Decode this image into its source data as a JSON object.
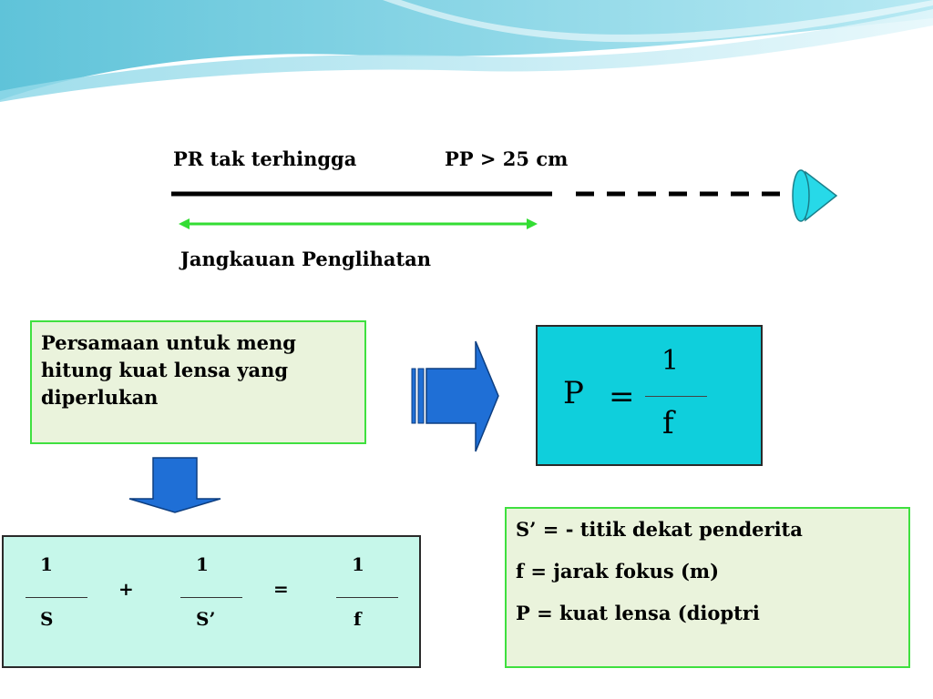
{
  "diagram": {
    "far_point_label": "PR tak terhingga",
    "near_point_label": "PP > 25 cm",
    "range_label": "Jangkauan Penglihatan"
  },
  "equation_box": {
    "text_lines": [
      "Persamaan untuk meng",
      "hitung kuat lensa yang",
      "diperlukan"
    ]
  },
  "power_formula": {
    "lhs": "P",
    "equals": "=",
    "numerator": "1",
    "denominator": "f"
  },
  "lens_formula": {
    "terms": [
      {
        "numerator": "1",
        "denominator": "S"
      },
      {
        "numerator": "1",
        "denominator": "S’"
      },
      {
        "numerator": "1",
        "denominator": "f"
      }
    ],
    "plus": "+",
    "equals": "="
  },
  "legend": {
    "lines": [
      "S’ = - titik dekat penderita",
      "f  =   jarak fokus (m)",
      "P =   kuat lensa (dioptri"
    ]
  },
  "colors": {
    "green_line": "#33dd33",
    "box_cyan": "#0fcfdc",
    "box_mint": "#c6f7ea",
    "box_light": "#eaf3dc",
    "arrow_blue": "#1f6fd6",
    "eye_cyan": "#27d9e8"
  }
}
